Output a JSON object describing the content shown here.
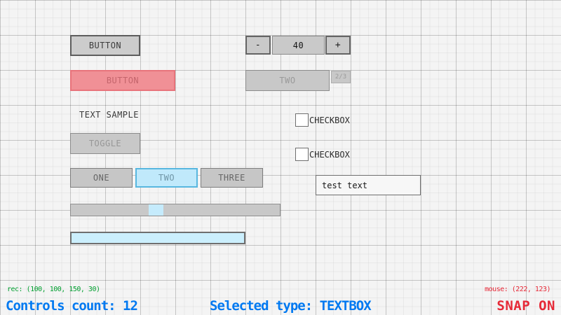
{
  "colors": {
    "accent_red": "#E62937",
    "accent_blue": "#0079F1",
    "accent_green": "#009E2F",
    "control_fill": "#C8C8C8",
    "control_border": "#8C8C8C",
    "focus_fill": "#C0E9FB",
    "focus_border": "#58B7DF",
    "danger_fill": "#F09096",
    "danger_border": "#E8737B"
  },
  "controls": {
    "button": {
      "label": "BUTTON"
    },
    "button_danger": {
      "label": "BUTTON"
    },
    "spinner": {
      "decrement_label": "-",
      "value": "40",
      "increment_label": "+"
    },
    "dropdown": {
      "selected_label": "TWO",
      "index_badge": "2/3"
    },
    "text_label": {
      "text": "TEXT SAMPLE"
    },
    "toggle": {
      "label": "TOGGLE"
    },
    "toggle_group": {
      "options": [
        "ONE",
        "TWO",
        "THREE"
      ],
      "selected": "TWO"
    },
    "checkbox_1": {
      "label": "CHECKBOX",
      "checked": false
    },
    "checkbox_2": {
      "label": "CHECKBOX",
      "checked": false
    },
    "textbox": {
      "value": "test text"
    }
  },
  "statusbar": {
    "rec": "rec: (100, 100, 150, 30)",
    "mouse": "mouse: (222, 123)",
    "controls_count": "Controls count: 12",
    "selected_type": "Selected type: TEXTBOX",
    "snap": "SNAP ON"
  }
}
